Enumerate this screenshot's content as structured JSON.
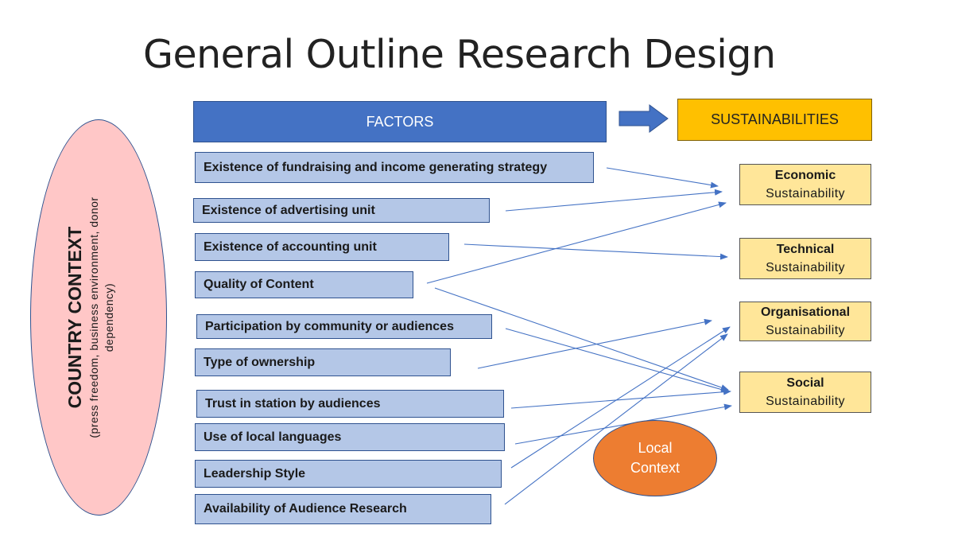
{
  "title": "General Outline Research Design",
  "factors_header": "FACTORS",
  "sustainabilities_header": "SUSTAINABILITIES",
  "country_context": {
    "title": "COUNTRY CONTEXT",
    "subtitle_line1": "(press freedom, business environment, donor",
    "subtitle_line2": "dependency)"
  },
  "local_context": {
    "line1": "Local",
    "line2": "Context"
  },
  "factors": [
    "Existence of fundraising and income generating strategy",
    "Existence of advertising unit",
    "Existence of accounting unit",
    "Quality of Content",
    "Participation by community or audiences",
    "Type of ownership",
    "Trust in station by audiences",
    "Use of local languages",
    "Leadership Style",
    "Availability  of Audience Research"
  ],
  "sustainabilities": [
    {
      "name": "Economic",
      "label": "Sustainability"
    },
    {
      "name": "Technical",
      "label": "Sustainability"
    },
    {
      "name": "Organisational",
      "label": "Sustainability"
    },
    {
      "name": "Social",
      "label": "Sustainability"
    }
  ],
  "colors": {
    "factors_header": "#4472c4",
    "factor_box": "#b4c7e7",
    "sustainabilities_header": "#ffc000",
    "sustainability_box": "#ffe699",
    "country_context": "#ffc7c7",
    "local_context": "#ed7d31",
    "arrow": "#4472c4"
  }
}
